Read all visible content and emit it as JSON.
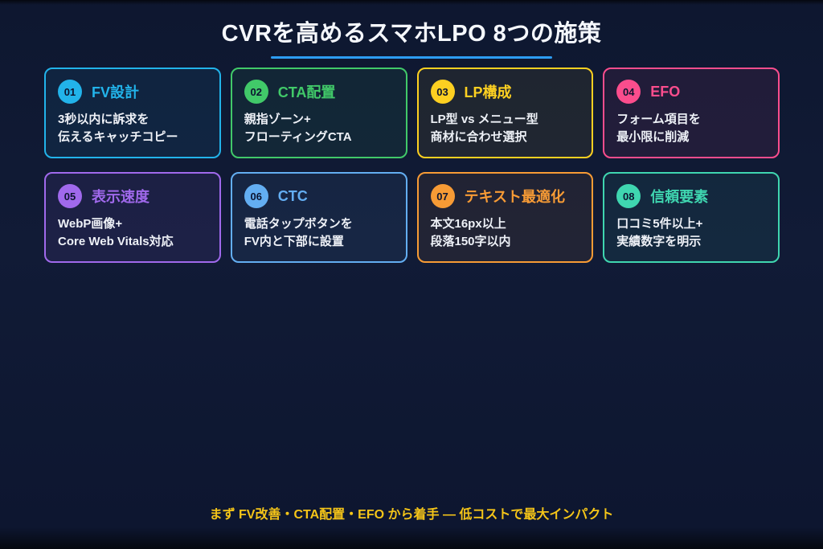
{
  "page": {
    "title": "CVRを高めるスマホLPO 8つの施策",
    "footer": "まず FV改善・CTA配置・EFO から着手 — 低コストで最大インパクト",
    "colors": {
      "underline": "#2d9df4",
      "footer_text": "#f5c518",
      "body_text": "#eef1f7",
      "badge_text": "#0c1430",
      "background": "#101a36"
    }
  },
  "cards": [
    {
      "number": "01",
      "title": "FV設計",
      "line1": "3秒以内に訴求を",
      "line2": "伝えるキャッチコピー",
      "accent": "#22b3ea",
      "tint": "rgba(34,179,234,0.08)"
    },
    {
      "number": "02",
      "title": "CTA配置",
      "line1": "親指ゾーン+",
      "line2": "フローティングCTA",
      "accent": "#41c969",
      "tint": "rgba(65,201,105,0.08)"
    },
    {
      "number": "03",
      "title": "LP構成",
      "line1": "LP型 vs メニュー型",
      "line2": "商材に合わせ選択",
      "accent": "#fdd021",
      "tint": "rgba(253,208,33,0.07)"
    },
    {
      "number": "04",
      "title": "EFO",
      "line1": "フォーム項目を",
      "line2": "最小限に削減",
      "accent": "#fb4d8d",
      "tint": "rgba(251,77,141,0.08)"
    },
    {
      "number": "05",
      "title": "表示速度",
      "line1": "WebP画像+",
      "line2": "Core Web Vitals対応",
      "accent": "#a069ec",
      "tint": "rgba(160,105,236,0.09)"
    },
    {
      "number": "06",
      "title": "CTC",
      "line1": "電話タップボタンを",
      "line2": "FV内と下部に設置",
      "accent": "#63aef2",
      "tint": "rgba(99,174,242,0.08)"
    },
    {
      "number": "07",
      "title": "テキスト最適化",
      "line1": "本文16px以上",
      "line2": "段落150字以内",
      "accent": "#f79b35",
      "tint": "rgba(247,155,53,0.08)"
    },
    {
      "number": "08",
      "title": "信頼要素",
      "line1": "口コミ5件以上+",
      "line2": "実績数字を明示",
      "accent": "#3fd6b0",
      "tint": "rgba(63,214,176,0.08)"
    }
  ]
}
